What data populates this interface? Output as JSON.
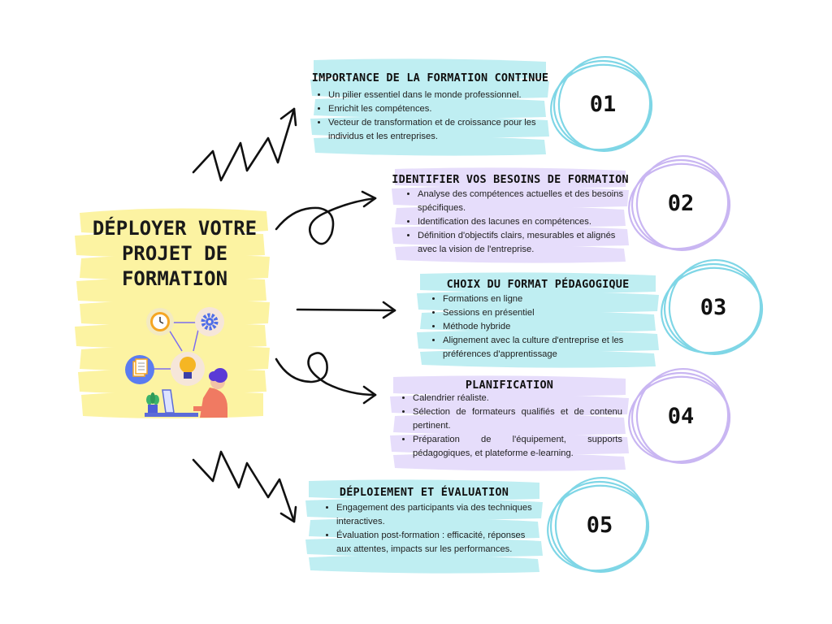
{
  "title": "Déployer votre\nprojet de\nformation",
  "colors": {
    "cyan": "#bfeef2",
    "lavender": "#e6ddfb",
    "yellow": "#fcf3a2",
    "cyan_ring": "#7fd6e6",
    "lavender_ring": "#c9b6f2"
  },
  "steps": [
    {
      "number": "01",
      "title": "Importance de la formation continue",
      "items": [
        "Un pilier essentiel dans le monde professionnel.",
        "Enrichit les compétences.",
        "Vecteur de transformation et de croissance pour les individus et les entreprises."
      ]
    },
    {
      "number": "02",
      "title": "Identifier vos besoins de formation",
      "items": [
        "Analyse des compétences actuelles et des besoins spécifiques.",
        "Identification des lacunes en compétences.",
        "Définition d'objectifs clairs, mesurables et alignés avec la vision de l'entreprise."
      ]
    },
    {
      "number": "03",
      "title": "Choix du format pédagogique",
      "items": [
        "Formations en ligne",
        "Sessions en présentiel",
        "Méthode hybride",
        "Alignement avec la culture d'entreprise et les préférences d'apprentissage"
      ]
    },
    {
      "number": "04",
      "title": "Planification",
      "items": [
        "Calendrier réaliste.",
        "Sélection de formateurs qualifiés et de contenu pertinent.",
        "Préparation de l'équipement, supports pédagogiques, et plateforme e-learning."
      ]
    },
    {
      "number": "05",
      "title": "Déploiement et évaluation",
      "items": [
        "Engagement des participants via des techniques interactives.",
        "Évaluation post-formation : efficacité, réponses aux attentes, impacts sur les performances."
      ]
    }
  ],
  "icons": [
    "clock-icon",
    "gear-icon",
    "document-icon",
    "lightbulb-icon",
    "person-laptop-icon",
    "plant-icon"
  ]
}
